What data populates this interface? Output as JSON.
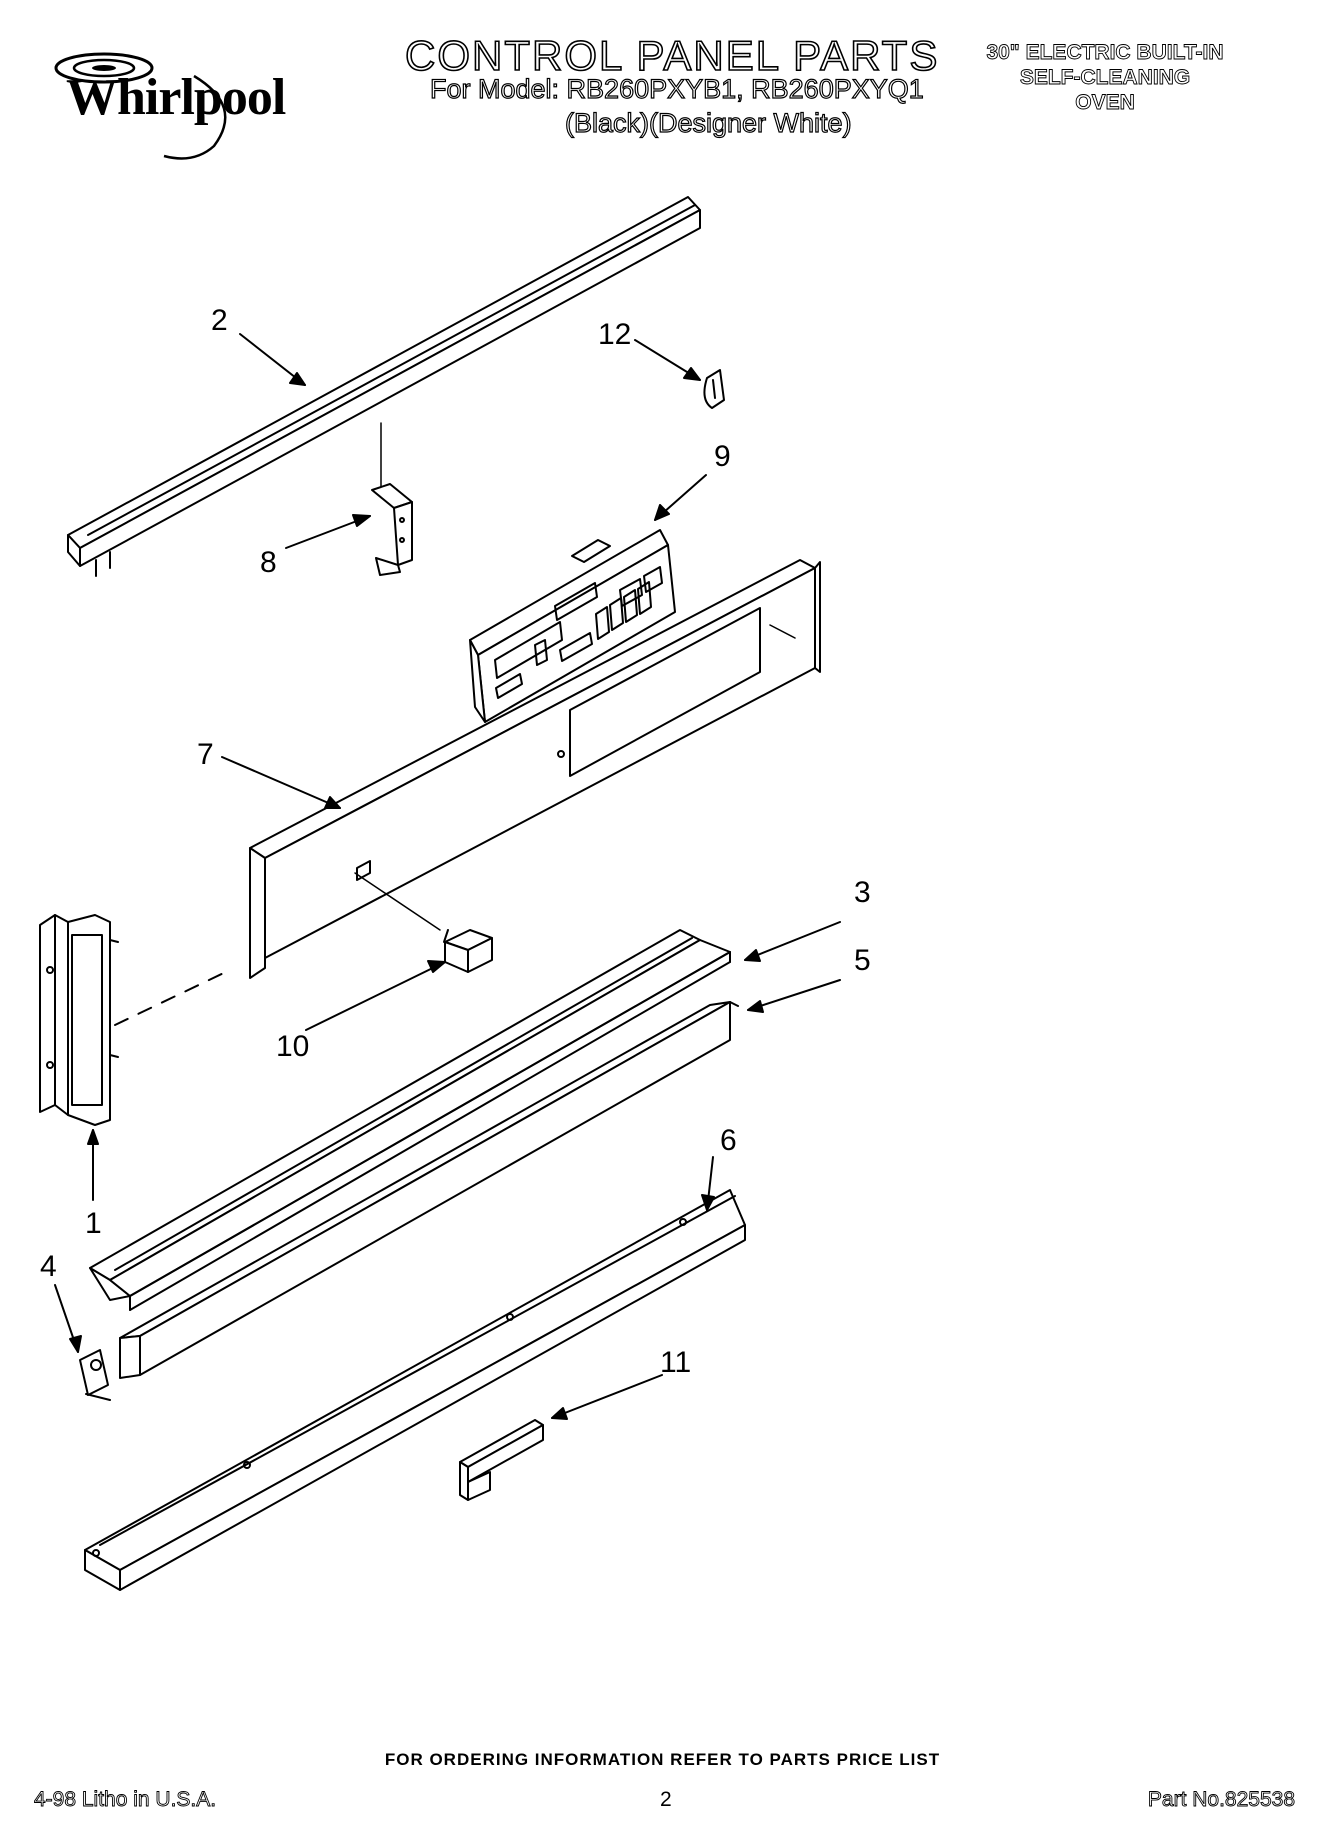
{
  "header": {
    "logo": "Whirlpool",
    "title": "CONTROL PANEL PARTS",
    "models": "For Model: RB260PXYB1, RB260PXYQ1",
    "colors": "(Black)(Designer White)",
    "product_lines": [
      "30\" ELECTRIC BUILT-IN",
      "SELF-CLEANING",
      "OVEN"
    ]
  },
  "callouts": {
    "c1": "1",
    "c2": "2",
    "c3": "3",
    "c4": "4",
    "c5": "5",
    "c6": "6",
    "c7": "7",
    "c8": "8",
    "c9": "9",
    "c10": "10",
    "c11": "11",
    "c12": "12"
  },
  "footer": {
    "ordering": "FOR ORDERING INFORMATION REFER TO PARTS PRICE LIST",
    "litho": "4-98 Litho in U.S.A.",
    "page": "2",
    "part_no": "Part No.825538"
  }
}
